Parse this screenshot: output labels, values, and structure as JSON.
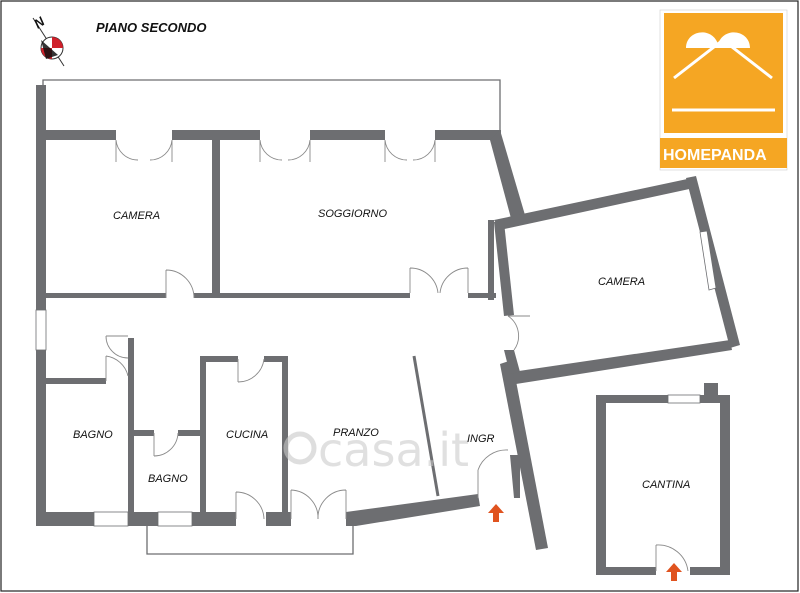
{
  "floor_title": "PIANO SECONDO",
  "brand": {
    "name": "HOMEPANDA",
    "color": "#f5a623"
  },
  "watermark": "casa.it",
  "compass": {
    "label": "N",
    "icon": "compass-icon"
  },
  "rooms": {
    "camera_1": "CAMERA",
    "soggiorno": "SOGGIORNO",
    "camera_2": "CAMERA",
    "bagno_1": "BAGNO",
    "bagno_2": "BAGNO",
    "cucina": "CUCINA",
    "pranzo": "PRANZO",
    "ingresso": "INGR",
    "cantina": "CANTINA"
  },
  "colors": {
    "wall": "#6d6e71",
    "entry_arrow": "#e0531f"
  }
}
